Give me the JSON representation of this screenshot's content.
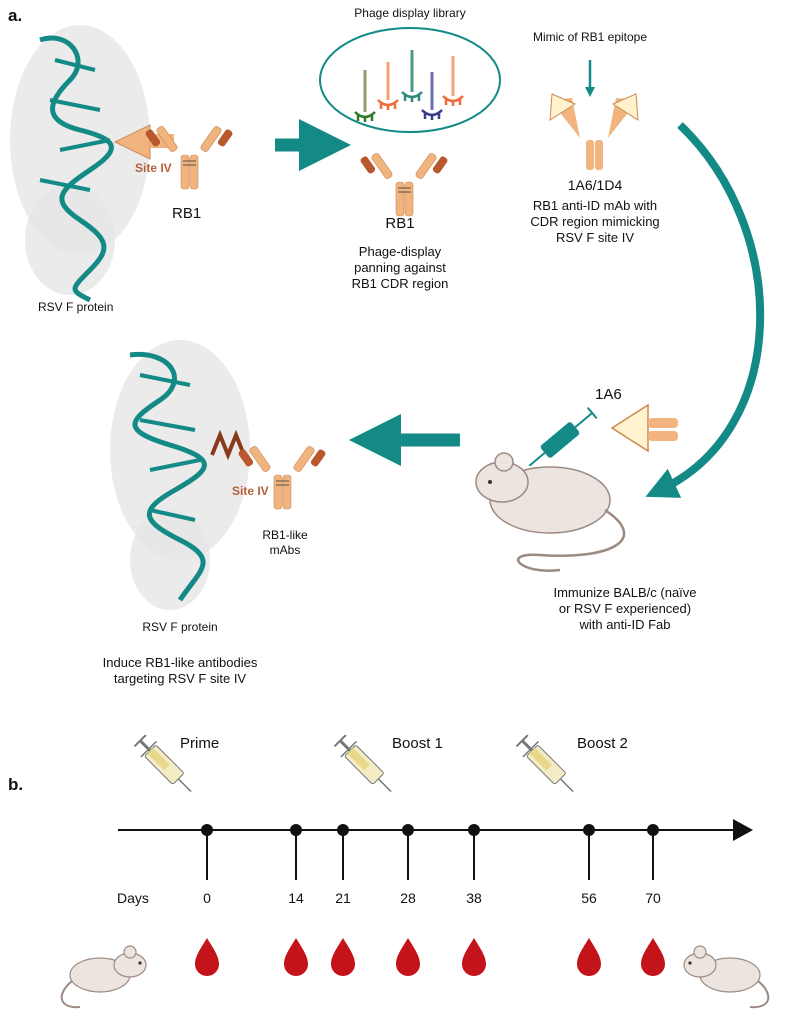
{
  "panel_a": {
    "label": "a.",
    "phage_library": "Phage display library",
    "mimic_label": "Mimic of RB1 epitope",
    "site_iv": "Site IV",
    "rb1": "RB1",
    "rsv_f_protein": "RSV F protein",
    "phage_caption": [
      "Phage-display",
      "panning against",
      "RB1 CDR region"
    ],
    "anti_id_name": "1A6/1D4",
    "anti_id_caption": [
      "RB1 anti-ID mAb with",
      "CDR region mimicking",
      "RSV F site IV"
    ],
    "fab_label": "1A6",
    "rb1_like": [
      "RB1-like",
      "mAbs"
    ],
    "immunize_caption": [
      "Immunize BALB/c (naïve",
      "or RSV F experienced)",
      "with anti-ID Fab"
    ],
    "induce_caption": [
      "Induce RB1-like antibodies",
      "targeting RSV F site IV"
    ],
    "colors": {
      "teal": "#138a86",
      "tan": "#f2b47e",
      "brown": "#b8582c",
      "site": "#b5603a",
      "mouse": "#ece4df"
    }
  },
  "panel_b": {
    "label": "b.",
    "days_label": "Days",
    "injections": [
      "Prime",
      "Boost 1",
      "Boost 2"
    ],
    "days": [
      0,
      14,
      21,
      28,
      38,
      56,
      70
    ],
    "colors": {
      "blood": "#c4131a",
      "line": "#111111"
    }
  }
}
